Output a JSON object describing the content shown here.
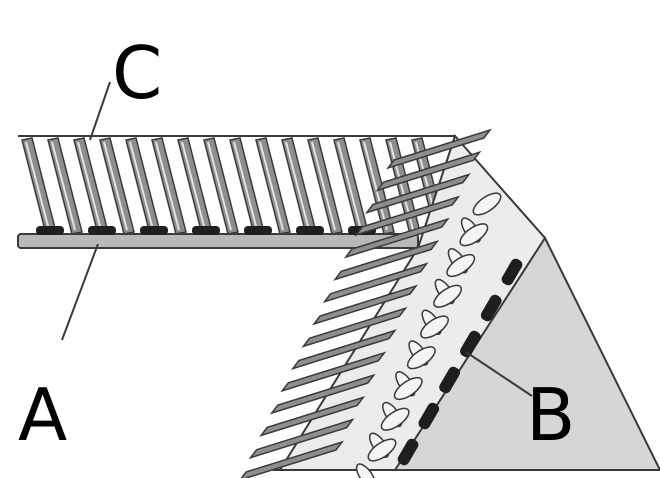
{
  "labels": {
    "a": "A",
    "b": "B",
    "c": "C"
  },
  "colors": {
    "stroke": "#3a3a3a",
    "strand": "#8e8e8e",
    "strand_highlight": "#e2e2e2",
    "tape": "#b9b9b9",
    "shade": "#d6d6d6",
    "bead": "#1e1e1e"
  }
}
